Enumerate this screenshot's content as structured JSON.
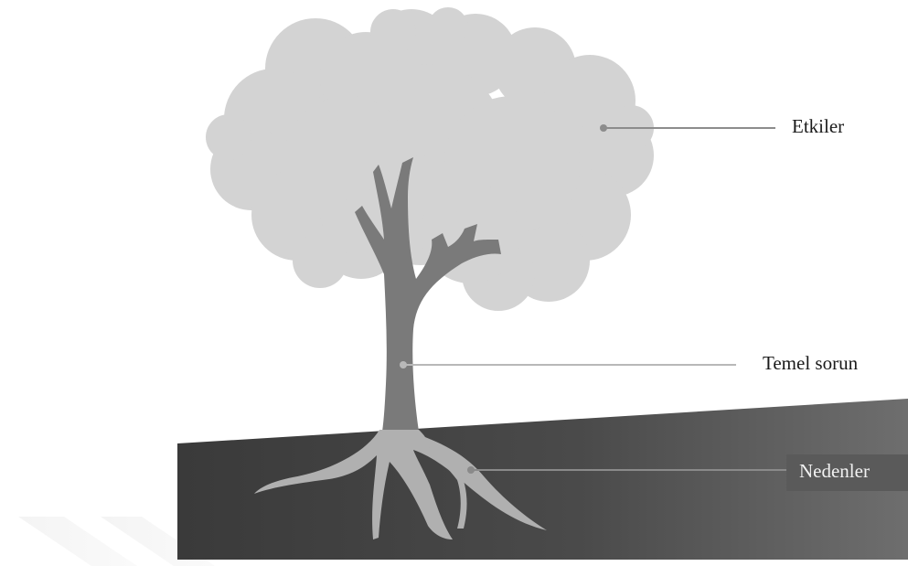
{
  "labels": {
    "effects": "Etkiler",
    "core_problem": "Temel sorun",
    "causes": "Nedenler"
  },
  "colors": {
    "canopy": "#d3d3d3",
    "trunk": "#7a7a7a",
    "roots": "#b0b0b0",
    "ground_dark": "#3c3c3c",
    "ground_light": "#6c6c6c",
    "leader_line": "#8c8c8c"
  }
}
